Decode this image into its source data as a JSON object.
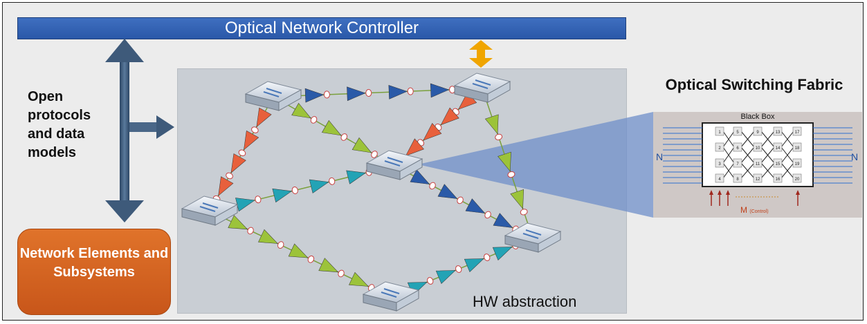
{
  "controller": {
    "label": "Optical Network Controller"
  },
  "interfaces": {
    "label": "Open protocols and data models"
  },
  "network_elements": {
    "label": "Network Elements and Subsystems"
  },
  "hw_abstraction": {
    "label": "HW abstraction"
  },
  "switching_fabric": {
    "title": "Optical Switching Fabric",
    "box_label": "Black Box",
    "port_labels": [
      "1",
      "5",
      "9",
      "13",
      "17",
      "2",
      "6",
      "10",
      "14",
      "18",
      "3",
      "7",
      "11",
      "15",
      "19",
      "4",
      "8",
      "12",
      "16",
      "20"
    ],
    "input_label": "N",
    "output_label": "N",
    "control_label": "M",
    "control_note": "(Control)"
  },
  "colors": {
    "controller": "#2a58a8",
    "network_elements": "#d4621f",
    "arrow": "#3e5a7a",
    "arrow_gold": "#f0a500",
    "amp_blue": "#2a5aa8",
    "amp_orange": "#e8603c",
    "amp_green": "#9cc33a",
    "amp_teal": "#23a3b5",
    "panel": "#c9ced4",
    "fabric_line": "#2f6fd0",
    "control_arrow": "#a0281e"
  }
}
